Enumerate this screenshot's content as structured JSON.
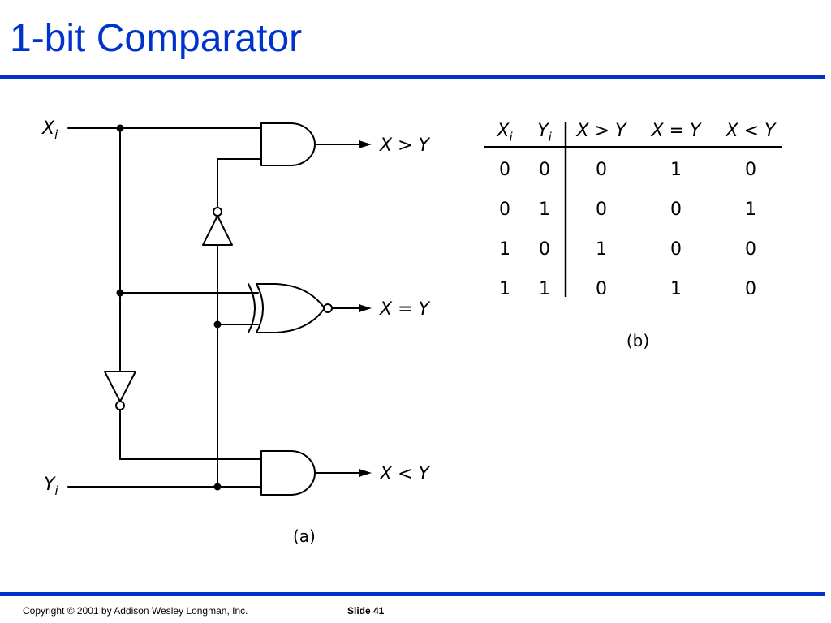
{
  "slide": {
    "title": "1-bit Comparator",
    "footer_copyright": "Copyright © 2001 by Addison Wesley Longman, Inc.",
    "footer_slide": "Slide 41",
    "accent_color": "#0033cc"
  },
  "circuit": {
    "caption": "(a)",
    "input_x": {
      "base": "X",
      "sub": "i"
    },
    "input_y": {
      "base": "Y",
      "sub": "i"
    },
    "outputs": {
      "gt": "X > Y",
      "eq": "X = Y",
      "lt": "X < Y"
    },
    "gates": [
      "and-gate",
      "not-gate",
      "xnor-gate",
      "not-gate",
      "and-gate"
    ]
  },
  "truth_table": {
    "caption": "(b)",
    "headers": [
      {
        "base": "X",
        "sub": "i"
      },
      {
        "base": "Y",
        "sub": "i"
      },
      {
        "base": "X > Y",
        "sub": ""
      },
      {
        "base": "X = Y",
        "sub": ""
      },
      {
        "base": "X < Y",
        "sub": ""
      }
    ],
    "rows": [
      [
        "0",
        "0",
        "0",
        "1",
        "0"
      ],
      [
        "0",
        "1",
        "0",
        "0",
        "1"
      ],
      [
        "1",
        "0",
        "1",
        "0",
        "0"
      ],
      [
        "1",
        "1",
        "0",
        "1",
        "0"
      ]
    ]
  }
}
